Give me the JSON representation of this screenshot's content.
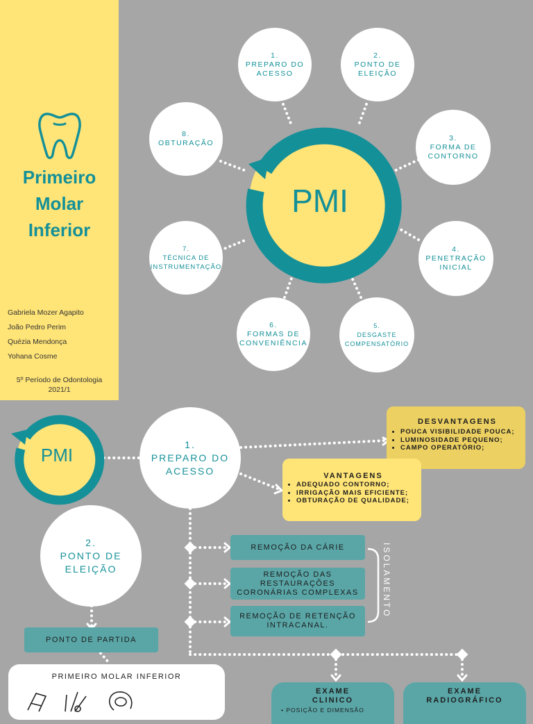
{
  "sidebar": {
    "title_lines": [
      "Primeiro",
      "Molar",
      "Inferior"
    ],
    "authors": [
      "Gabriela Mozer Agapito",
      "João Pedro Perim",
      "Quézia Mendonça",
      "Yohana Cosme"
    ],
    "period_line1": "5º Período de Odontologia",
    "period_line2": "2021/1",
    "icon": "tooth-icon"
  },
  "center": {
    "label": "PMI"
  },
  "steps": [
    "1.\nPREPARO DO\nACESSO",
    "2.\nPONTO DE\nELEIÇÃO",
    "3.\nFORMA DE\nCONTORNO",
    "4.\nPENETRAÇÃO\nINICIAL",
    "5.\nDESGASTE\nCOMPENSATÓRIO",
    "6.\nFORMAS DE\nCONVENIÊNCIA",
    "7.\nTÉCNICA DE\nINSTRUMENTAÇÃO",
    "8.\nOBTURAÇÃO"
  ],
  "lower": {
    "pmi_label": "PMI",
    "prep_label": "1.\nPREPARO DO\nACESSO",
    "ponto_label": "2.\nPONTO DE\nELEIÇÃO",
    "ponto_partida": "PONTO DE PARTIDA",
    "molar_card_title": "PRIMEIRO MOLAR INFERIOR",
    "desvantagens": {
      "title": "DESVANTAGENS",
      "items": [
        "POUCA VISIBILIDADE POUCA;",
        "LUMINOSIDADE PEQUENO;",
        "CAMPO OPERATÓRIO;"
      ]
    },
    "vantagens": {
      "title": "VANTAGENS",
      "items": [
        "ADEQUADO CONTORNO;",
        "IRRIGAÇÃO MAIS EFICIENTE;",
        "OBTURAÇÃO DE QUALIDADE;"
      ]
    },
    "steps": [
      "REMOÇÃO DA CÁRIE",
      "REMOÇÃO DAS\nRESTAURAÇÕES\nCORONÁRIAS COMPLEXAS",
      "REMOÇÃO DE RETENÇÃO\nINTRACANAL."
    ],
    "isolamento": "ISOLAMENTO",
    "exame_clinico": "EXAME\nCLINICO",
    "exame_clinico_item": "POSIÇÃO E DIMENSÃO",
    "exame_radiografico": "EXAME\nRADIOGRÁFICO"
  },
  "colors": {
    "teal": "#149098",
    "yellow": "#ffe477",
    "gray": "#a6a6a6",
    "pill": "#5aa6a7",
    "desv": "#ecd062"
  }
}
